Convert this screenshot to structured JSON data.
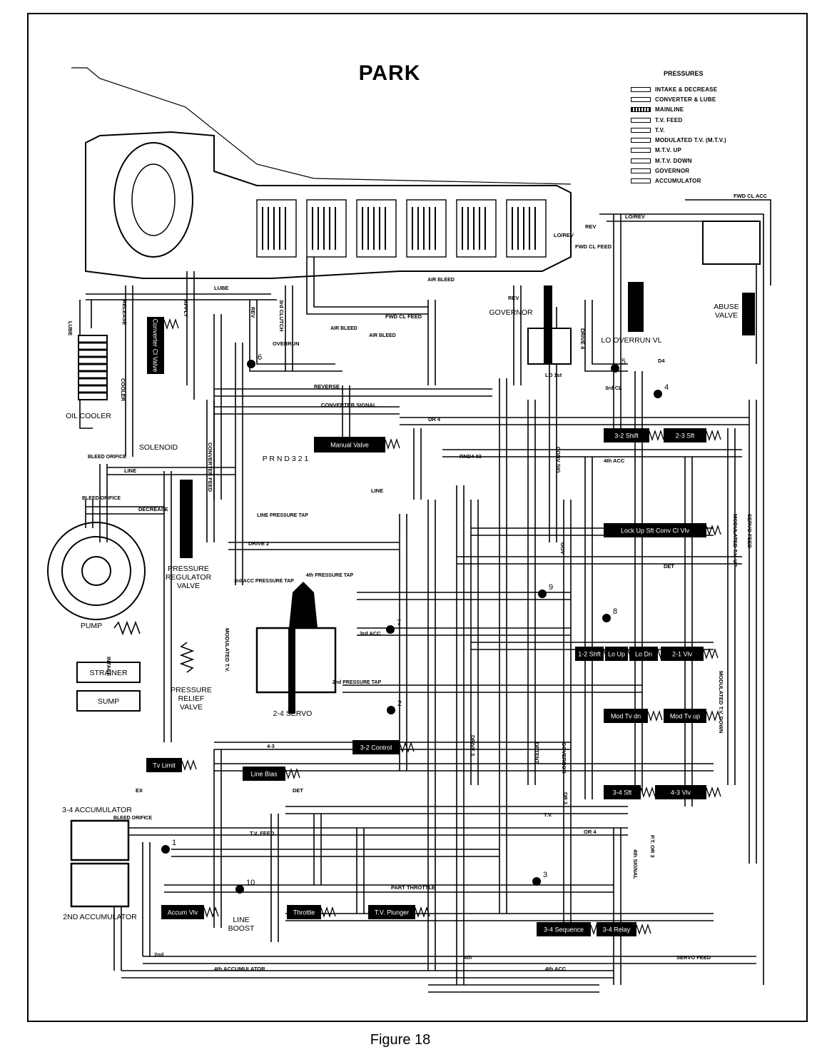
{
  "title": "PARK",
  "figure_caption": "Figure 18",
  "legend": {
    "heading": "PRESSURES",
    "items": [
      "INTAKE & DECREASE",
      "CONVERTER & LUBE",
      "MAINLINE",
      "T.V. FEED",
      "T.V.",
      "MODULATED T.V. (M.T.V.)",
      "M.T.V. UP",
      "M.T.V. DOWN",
      "GOVERNOR",
      "ACCUMULATOR"
    ]
  },
  "valve_labels": [
    {
      "id": "manual-valve",
      "text": "Manual Valve"
    },
    {
      "id": "shift-3-2",
      "text": "3-2 Shift"
    },
    {
      "id": "shift-2-3",
      "text": "2-3 Sft"
    },
    {
      "id": "lock-up",
      "text": "Lock Up Sft Conv Cl Vlv"
    },
    {
      "id": "shift-1-2",
      "text": "1-2 Shft"
    },
    {
      "id": "lo-up",
      "text": "Lo Up"
    },
    {
      "id": "lo-dn",
      "text": "Lo Dn"
    },
    {
      "id": "shift-2-1",
      "text": "2-1 Vlv"
    },
    {
      "id": "mod-tv-dn",
      "text": "Mod Tv dn"
    },
    {
      "id": "mod-tv-up",
      "text": "Mod Tv up"
    },
    {
      "id": "shift-3-4",
      "text": "3-4 Sft"
    },
    {
      "id": "shift-4-3",
      "text": "4-3 Vlv"
    },
    {
      "id": "control-3-2",
      "text": "3-2 Control"
    },
    {
      "id": "tv-limit",
      "text": "Tv Limit"
    },
    {
      "id": "line-bias",
      "text": "Line Bias"
    },
    {
      "id": "accum",
      "text": "Accum Vlv"
    },
    {
      "id": "throttle",
      "text": "Throttle"
    },
    {
      "id": "tv-plunger",
      "text": "T.V. Plunger"
    },
    {
      "id": "sequence-3-4",
      "text": "3-4 Sequence"
    },
    {
      "id": "relay-3-4",
      "text": "3-4 Relay"
    },
    {
      "id": "converter-clutch",
      "text": "Converter Cl Valve"
    }
  ],
  "component_labels": [
    {
      "id": "oil-cooler",
      "text": "OIL COOLER"
    },
    {
      "id": "solenoid",
      "text": "SOLENOID"
    },
    {
      "id": "pump",
      "text": "PUMP"
    },
    {
      "id": "strainer",
      "text": "STRAINER"
    },
    {
      "id": "sump",
      "text": "SUMP"
    },
    {
      "id": "pressure-regulator",
      "text": "PRESSURE REGULATOR VALVE"
    },
    {
      "id": "pressure-relief",
      "text": "PRESSURE RELIEF VALVE"
    },
    {
      "id": "servo",
      "text": "2-4 SERVO"
    },
    {
      "id": "governor",
      "text": "GOVERNOR"
    },
    {
      "id": "lo-overrun",
      "text": "LO OVERRUN VL"
    },
    {
      "id": "abuse-valve",
      "text": "ABUSE VALVE"
    },
    {
      "id": "line-pressure-tap",
      "text": "LINE PRESSURE TAP"
    },
    {
      "id": "acc-3-4",
      "text": "3-4 ACCUMULATOR"
    },
    {
      "id": "acc-2nd",
      "text": "2ND ACCUMULATOR"
    },
    {
      "id": "line-boost",
      "text": "LINE BOOST"
    },
    {
      "id": "selector",
      "text": "P  R N D 3  2  1"
    },
    {
      "id": "tap-3rd-acc",
      "text": "3rd ACC PRESSURE TAP"
    },
    {
      "id": "tap-4th",
      "text": "4th PRESSURE TAP"
    },
    {
      "id": "tap-2nd",
      "text": "2nd PRESSURE TAP"
    },
    {
      "id": "bleed-orifice-top",
      "text": "BLEED ORIFICE"
    },
    {
      "id": "bleed-orifice-mid",
      "text": "BLEED ORIFICE"
    },
    {
      "id": "bleed-orifice-acc",
      "text": "BLEED ORIFICE"
    },
    {
      "id": "air-bleed-1",
      "text": "AIR BLEED"
    },
    {
      "id": "air-bleed-2",
      "text": "AIR BLEED"
    },
    {
      "id": "air-bleed-3",
      "text": "AIR BLEED"
    }
  ],
  "passage_labels": [
    {
      "id": "lube",
      "text": "LUBE"
    },
    {
      "id": "lube-vert",
      "text": "LUBE"
    },
    {
      "id": "release",
      "text": "RELEASE"
    },
    {
      "id": "apply",
      "text": "APPLY"
    },
    {
      "id": "cooler",
      "text": "COOLER"
    },
    {
      "id": "rev-top",
      "text": "REV"
    },
    {
      "id": "rev-mid",
      "text": "REV"
    },
    {
      "id": "rev-right",
      "text": "REV"
    },
    {
      "id": "third-clutch",
      "text": "3rd CLUTCH"
    },
    {
      "id": "fwd-cl-feed",
      "text": "FWD CL FEED"
    },
    {
      "id": "fwd-cl-feed-2",
      "text": "FWD CL FEED"
    },
    {
      "id": "fwd-cl-acc",
      "text": "FWD CL ACC"
    },
    {
      "id": "lo-rev",
      "text": "LO/REV"
    },
    {
      "id": "lo-rev-2",
      "text": "LO/REV"
    },
    {
      "id": "overrun",
      "text": "OVERRUN"
    },
    {
      "id": "reverse",
      "text": "REVERSE"
    },
    {
      "id": "converter-signal",
      "text": "CONVERTER SIGNAL"
    },
    {
      "id": "converter-feed",
      "text": "CONVERTER FEED"
    },
    {
      "id": "line",
      "text": "LINE"
    },
    {
      "id": "line-2",
      "text": "LINE"
    },
    {
      "id": "decrease",
      "text": "DECREASE"
    },
    {
      "id": "drive-2",
      "text": "DRIVE 2"
    },
    {
      "id": "drive-4",
      "text": "DRIVE 4"
    },
    {
      "id": "d4",
      "text": "D4"
    },
    {
      "id": "lo-1st",
      "text": "LO 1st"
    },
    {
      "id": "third-cl",
      "text": "3rd CL"
    },
    {
      "id": "dr-4",
      "text": "DR 4"
    },
    {
      "id": "fourth-acc",
      "text": "4th ACC"
    },
    {
      "id": "det",
      "text": "DET"
    },
    {
      "id": "gov",
      "text": "GOV"
    },
    {
      "id": "rnd-4-03",
      "text": "RND4 03"
    },
    {
      "id": "servo-feed",
      "text": "SERVO FEED"
    },
    {
      "id": "modulated-tv-up",
      "text": "MODULATED T.V. UP"
    },
    {
      "id": "modulated-tv-down",
      "text": "MODULATED T.V. DOWN"
    },
    {
      "id": "intake",
      "text": "INTAKE"
    },
    {
      "id": "modulated-tv",
      "text": "MODULATED T.V."
    },
    {
      "id": "tv-feed",
      "text": "T.V. FEED"
    },
    {
      "id": "tv",
      "text": "T.V."
    },
    {
      "id": "four-three",
      "text": "4-3"
    },
    {
      "id": "part-throttle",
      "text": "PART THROTTLE"
    },
    {
      "id": "second",
      "text": "2nd"
    },
    {
      "id": "fourth",
      "text": "4th"
    },
    {
      "id": "fourth-accumulator",
      "text": "4th ACCUMULATOR"
    },
    {
      "id": "detent",
      "text": "DETENT"
    },
    {
      "id": "governor-line",
      "text": "GOVERNOR"
    },
    {
      "id": "drive-3",
      "text": "DRIVE 3"
    },
    {
      "id": "fourth-signal",
      "text": "4th SIGNAL"
    },
    {
      "id": "pt-or-3",
      "text": "P.T. OR 3"
    },
    {
      "id": "conv-sig",
      "text": "CONV SIG"
    },
    {
      "id": "third-acc",
      "text": "3rd ACC"
    },
    {
      "id": "servo-feed-bottom",
      "text": "SERVO FEED"
    },
    {
      "id": "fourth-acc-bottom",
      "text": "4th ACC"
    },
    {
      "id": "dr-3",
      "text": "DR 3"
    },
    {
      "id": "or-4",
      "text": "OR 4"
    },
    {
      "id": "det-2",
      "text": "DET"
    },
    {
      "id": "ex",
      "text": "EX"
    }
  ],
  "check_ball_numbers": [
    "1",
    "2",
    "3",
    "4",
    "5",
    "6",
    "7",
    "8",
    "9",
    "10"
  ]
}
